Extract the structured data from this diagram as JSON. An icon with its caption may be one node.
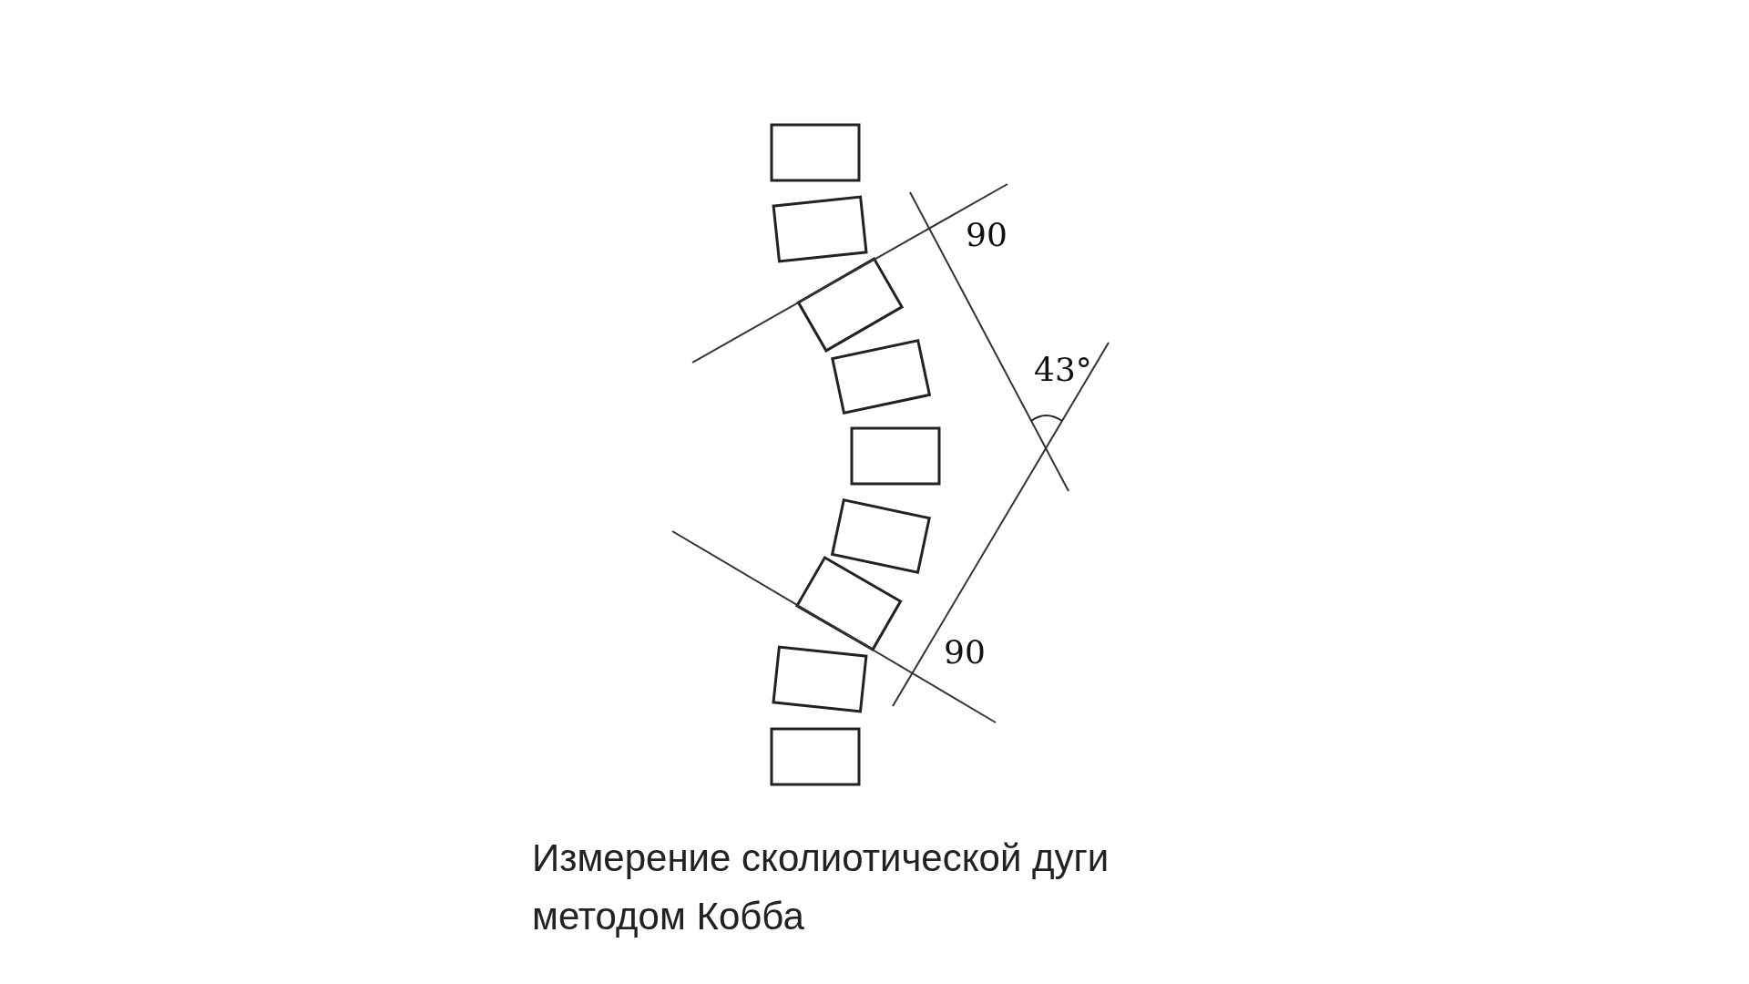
{
  "diagram": {
    "caption": "Измерение сколиотической дуги методом Кобба",
    "labels": [
      "90",
      "43°",
      "90"
    ]
  }
}
